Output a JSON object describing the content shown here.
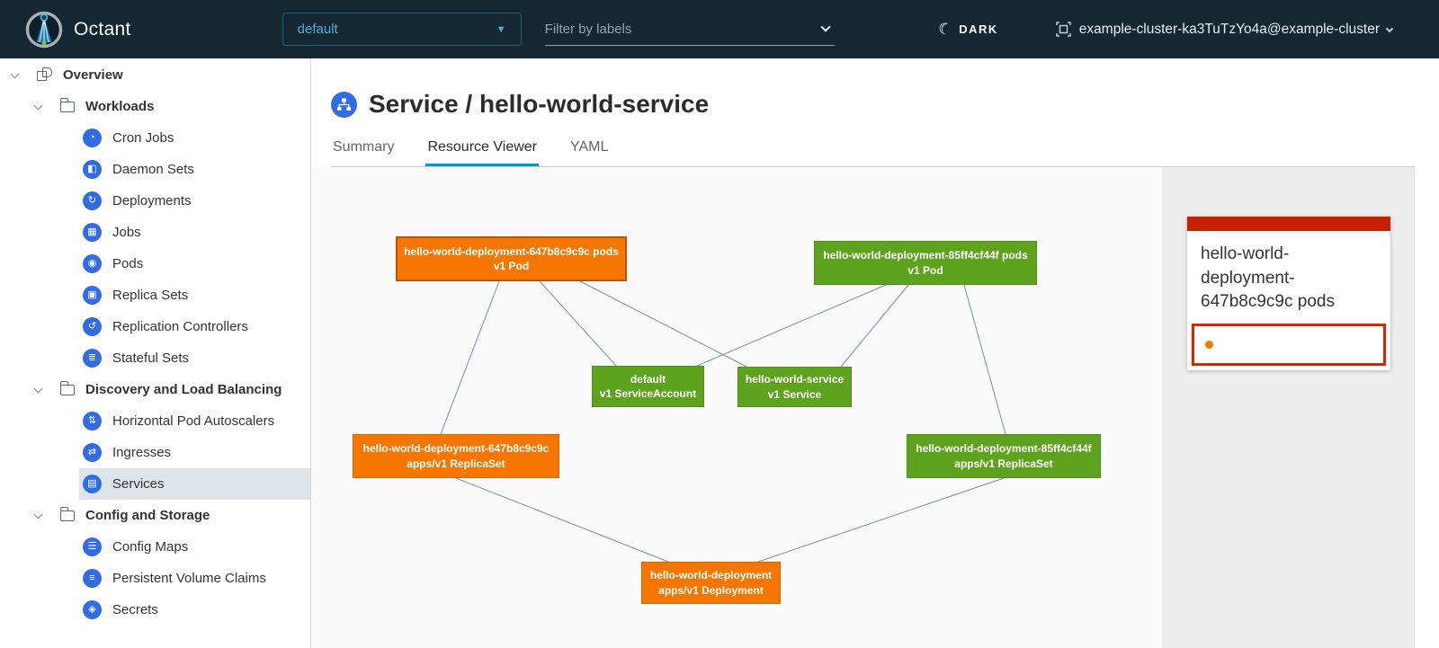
{
  "header": {
    "app_name": "Octant",
    "namespace_select": {
      "value": "default"
    },
    "filter_input": {
      "placeholder": "Filter by labels"
    },
    "theme_toggle": {
      "label": "DARK",
      "icon": "moon-icon",
      "glyph": "☾"
    },
    "cluster_context": {
      "label": "example-cluster-ka3TuTzYo4a@example-cluster",
      "icon": "cluster-icon"
    }
  },
  "sidebar": {
    "items": [
      {
        "label": "Overview",
        "icon": "overview-icon",
        "glyph": ""
      },
      {
        "label": "Workloads",
        "icon": "folder-icon",
        "glyph": ""
      },
      {
        "label": "Cron Jobs",
        "icon": "cron-jobs-icon",
        "glyph": "◔"
      },
      {
        "label": "Daemon Sets",
        "icon": "daemon-sets-icon",
        "glyph": "◧"
      },
      {
        "label": "Deployments",
        "icon": "deployments-icon",
        "glyph": "↻"
      },
      {
        "label": "Jobs",
        "icon": "jobs-icon",
        "glyph": "▦"
      },
      {
        "label": "Pods",
        "icon": "pods-icon",
        "glyph": "◉"
      },
      {
        "label": "Replica Sets",
        "icon": "replica-sets-icon",
        "glyph": "▣"
      },
      {
        "label": "Replication Controllers",
        "icon": "replication-controllers-icon",
        "glyph": "↺"
      },
      {
        "label": "Stateful Sets",
        "icon": "stateful-sets-icon",
        "glyph": "≣"
      },
      {
        "label": "Discovery and Load Balancing",
        "icon": "folder-icon",
        "glyph": ""
      },
      {
        "label": "Horizontal Pod Autoscalers",
        "icon": "hpa-icon",
        "glyph": "⇅"
      },
      {
        "label": "Ingresses",
        "icon": "ingresses-icon",
        "glyph": "⇄"
      },
      {
        "label": "Services",
        "icon": "services-icon",
        "glyph": "▤",
        "selected": true
      },
      {
        "label": "Config and Storage",
        "icon": "folder-icon",
        "glyph": ""
      },
      {
        "label": "Config Maps",
        "icon": "config-maps-icon",
        "glyph": "☰"
      },
      {
        "label": "Persistent Volume Claims",
        "icon": "pvc-icon",
        "glyph": "≡"
      },
      {
        "label": "Secrets",
        "icon": "secrets-icon",
        "glyph": "◈"
      }
    ]
  },
  "main": {
    "title": "Service / hello-world-service",
    "title_icon": "service-icon",
    "tabs": [
      {
        "label": "Summary",
        "active": false
      },
      {
        "label": "Resource Viewer",
        "active": true
      },
      {
        "label": "YAML",
        "active": false
      }
    ]
  },
  "graph": {
    "nodes": [
      {
        "id": "pod-647",
        "label": "hello-world-deployment-647b8c9c9c pods",
        "sub": "v1 Pod",
        "status": "warning",
        "selected": true
      },
      {
        "id": "pod-85f",
        "label": "hello-world-deployment-85ff4cf44f pods",
        "sub": "v1 Pod",
        "status": "ok",
        "selected": false
      },
      {
        "id": "sa-default",
        "label": "default",
        "sub": "v1 ServiceAccount",
        "status": "ok",
        "selected": false
      },
      {
        "id": "svc",
        "label": "hello-world-service",
        "sub": "v1 Service",
        "status": "ok",
        "selected": false
      },
      {
        "id": "rs-647",
        "label": "hello-world-deployment-647b8c9c9c",
        "sub": "apps/v1 ReplicaSet",
        "status": "warning",
        "selected": false
      },
      {
        "id": "rs-85f",
        "label": "hello-world-deployment-85ff4cf44f",
        "sub": "apps/v1 ReplicaSet",
        "status": "ok",
        "selected": false
      },
      {
        "id": "deploy",
        "label": "hello-world-deployment",
        "sub": "apps/v1 Deployment",
        "status": "warning",
        "selected": false
      }
    ],
    "edges": [
      [
        "pod-647",
        "rs-647"
      ],
      [
        "pod-647",
        "sa-default"
      ],
      [
        "pod-647",
        "svc"
      ],
      [
        "pod-85f",
        "sa-default"
      ],
      [
        "pod-85f",
        "svc"
      ],
      [
        "pod-85f",
        "rs-85f"
      ],
      [
        "rs-647",
        "deploy"
      ],
      [
        "rs-85f",
        "deploy"
      ]
    ],
    "colors": {
      "ok": "#5ea31e",
      "warning": "#f57600",
      "edge": "#7b8ea6"
    }
  },
  "panel": {
    "card": {
      "title": "hello-world-deployment-647b8c9c9c pods",
      "accent_color": "#c92100",
      "alert_border_color": "#e12200",
      "alert_dot_color": "#f57600"
    }
  }
}
